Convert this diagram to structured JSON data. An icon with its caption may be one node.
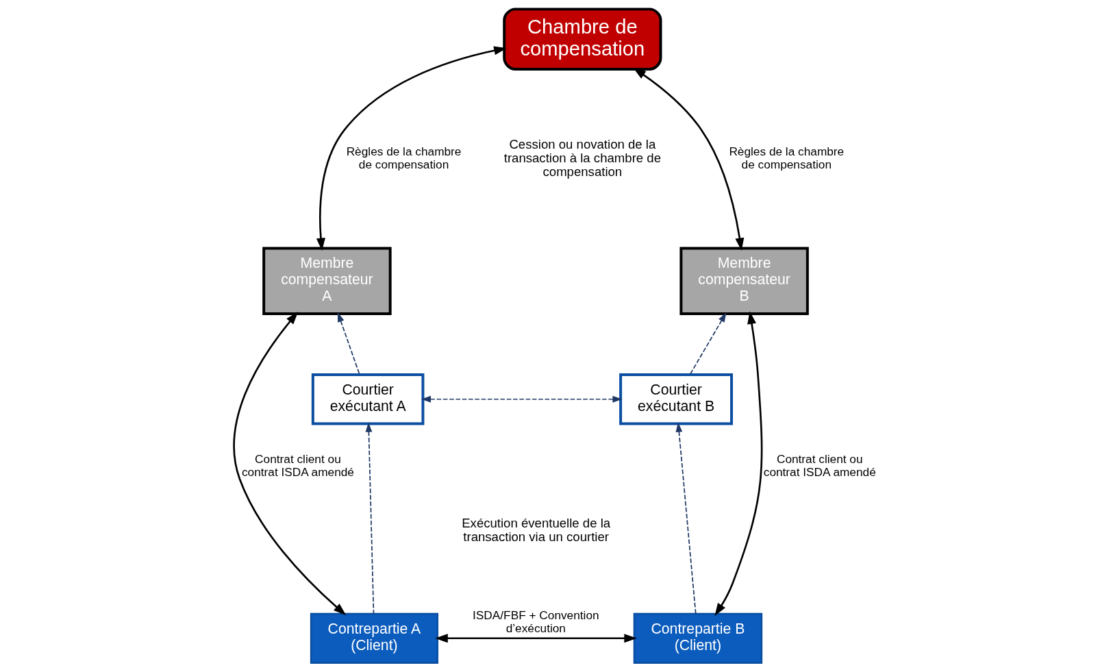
{
  "diagram": {
    "nodes": [
      {
        "text": [
          "Chambre de compensation"
        ]
      },
      {
        "text": [
          "Membre compensateur A"
        ]
      },
      {
        "text": [
          "Membre compensateur B"
        ]
      },
      {
        "text": [
          "Courtier exécutant A"
        ]
      },
      {
        "text": [
          "Courtier exécutant B"
        ]
      },
      {
        "text": [
          "Contrepartie A (Client)"
        ]
      },
      {
        "text": [
          "Contrepartie B (Client)"
        ]
      }
    ],
    "edges": [
      {
        "from": 0,
        "to": 1,
        "arrow": "both",
        "label": "Règles de la chambre de compensation"
      },
      {
        "from": 0,
        "to": 2,
        "arrow": "both",
        "label": "Règles de la chambre de compensation"
      },
      {
        "from": 5,
        "to": 1,
        "arrow": "both",
        "label": "Contrat client ou contrat ISDA amendé"
      },
      {
        "from": 6,
        "to": 2,
        "arrow": "both",
        "label": "Contrat client ou contrat ISDA amendé"
      },
      {
        "from": 3,
        "to": 1,
        "arrow": "to",
        "style": "dashed",
        "color": "#1f3864"
      },
      {
        "from": 5,
        "to": 3,
        "arrow": "to",
        "style": "dashed",
        "color": "#1f3864"
      },
      {
        "from": 3,
        "to": 4,
        "arrow": "both",
        "style": "dashed",
        "color": "#1f3864"
      },
      {
        "from": 4,
        "to": 2,
        "arrow": "to",
        "style": "dashed",
        "color": "#1f3864"
      },
      {
        "from": 6,
        "to": 4,
        "arrow": "to",
        "style": "dashed",
        "color": "#1f3864"
      },
      {
        "from": 5,
        "to": 6,
        "arrow": "both",
        "label": "ISDA/FBF + Convention d’exécution"
      }
    ],
    "labels": [
      "Cession ou novation de la transaction à la chambre de compensation",
      "Exécution éventuelle de la transaction via un courtier"
    ]
  }
}
